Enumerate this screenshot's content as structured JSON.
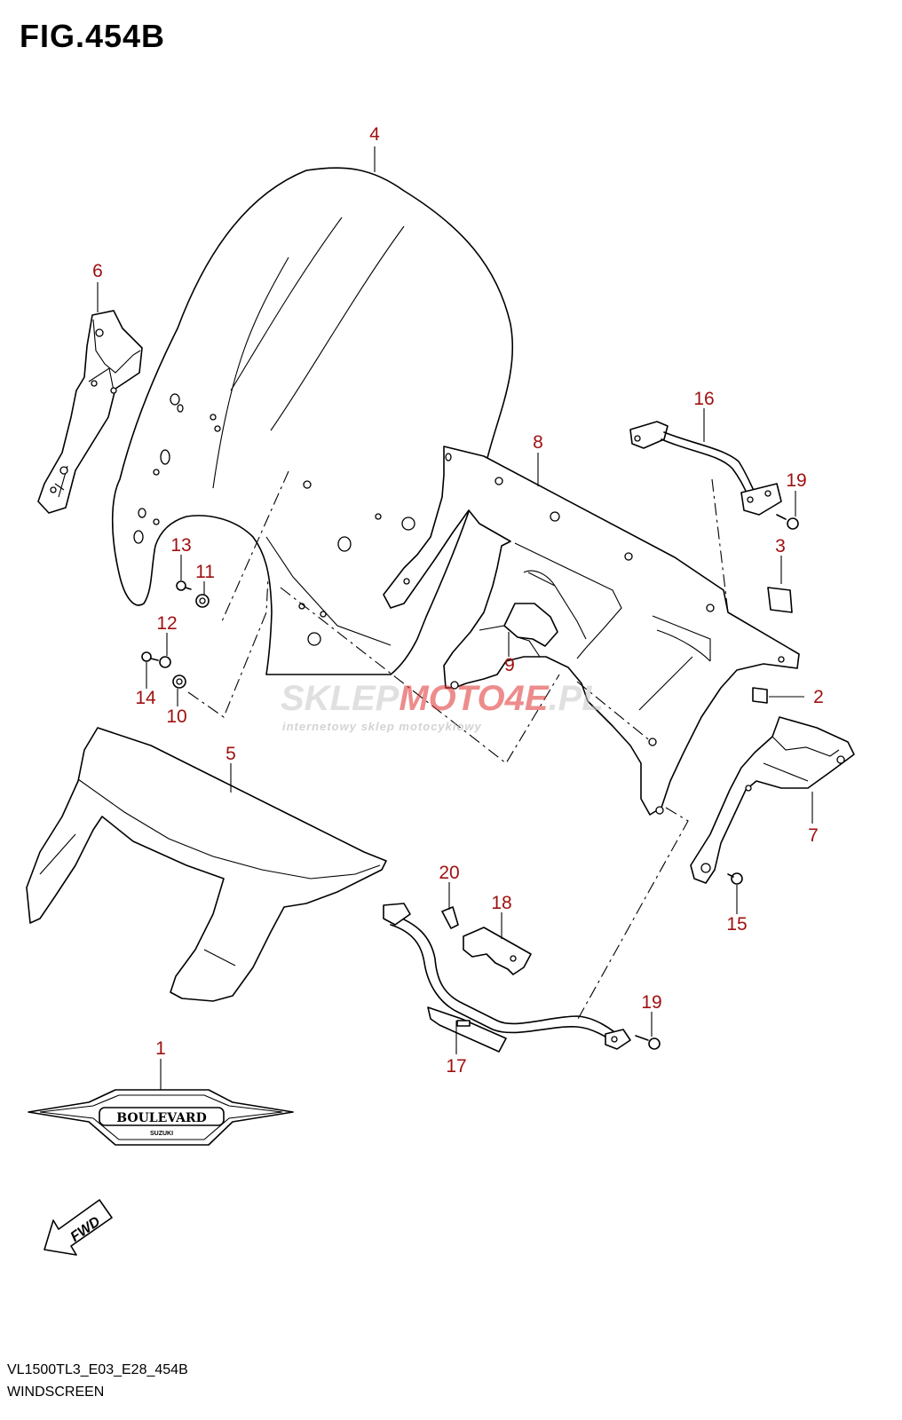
{
  "figure": {
    "title": "FIG.454B",
    "model_code": "VL1500TL3_E03_E28_454B",
    "section_name": "WINDSCREEN"
  },
  "callouts": {
    "c1": "1",
    "c2": "2",
    "c3": "3",
    "c4": "4",
    "c5": "5",
    "c6": "6",
    "c7": "7",
    "c8": "8",
    "c9": "9",
    "c10": "10",
    "c11": "11",
    "c12": "12",
    "c13": "13",
    "c14": "14",
    "c15": "15",
    "c16": "16",
    "c17": "17",
    "c18": "18",
    "c19a": "19",
    "c19b": "19",
    "c20": "20"
  },
  "emblem": {
    "text": "BOULEVARD",
    "subtext": "SUZUKI"
  },
  "direction_arrow": {
    "text": "FWD"
  },
  "watermark": {
    "part1": "SKLEP",
    "part2": "MOTO",
    "part3": "4E",
    "part4": ".PL",
    "tagline": "internetowy sklep motocyklowy"
  },
  "colors": {
    "callout": "#a01010",
    "line": "#000000",
    "watermark_red": "#e03030",
    "watermark_gray": "#c8c8c8"
  }
}
